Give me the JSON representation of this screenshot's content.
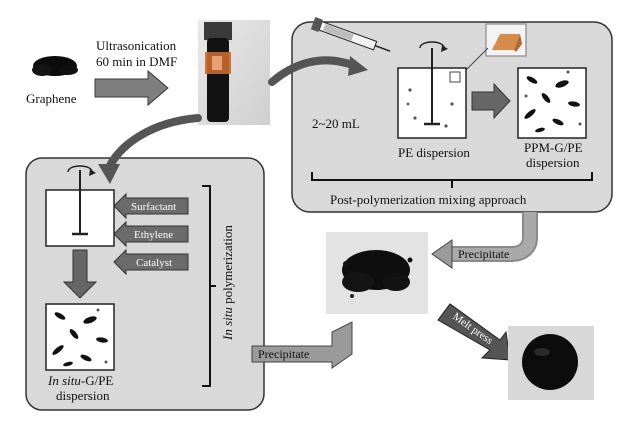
{
  "labels": {
    "graphene": "Graphene",
    "ultrasonication_line1": "Ultrasonication",
    "ultrasonication_line2": "60 min in DMF",
    "volume": "2~20 mL",
    "pe_dispersion": "PE dispersion",
    "ppm_line1": "PPM-G/PE",
    "ppm_line2": "dispersion",
    "post_mixing": "Post-polymerization mixing approach",
    "precipitate_top": "Precipitate",
    "precipitate_bottom": "Precipitate",
    "melt_press": "Melt press",
    "insitu_polymerization_italic": "In situ",
    "insitu_polymerization_rest": " polymerization",
    "insitu_product_italic": "In situ",
    "insitu_product_rest": "-G/PE",
    "insitu_product_line2": "dispersion"
  },
  "reagents": [
    "Surfactant",
    "Ethylene",
    "Catalyst"
  ],
  "colors": {
    "panel_fill": "#d9d9d9",
    "panel_stroke": "#333333",
    "arrow_fill": "#7f7f7f",
    "arrow_stroke": "#3a3a3a",
    "ink": "#111111",
    "vial_orange": "#c86a2a"
  }
}
